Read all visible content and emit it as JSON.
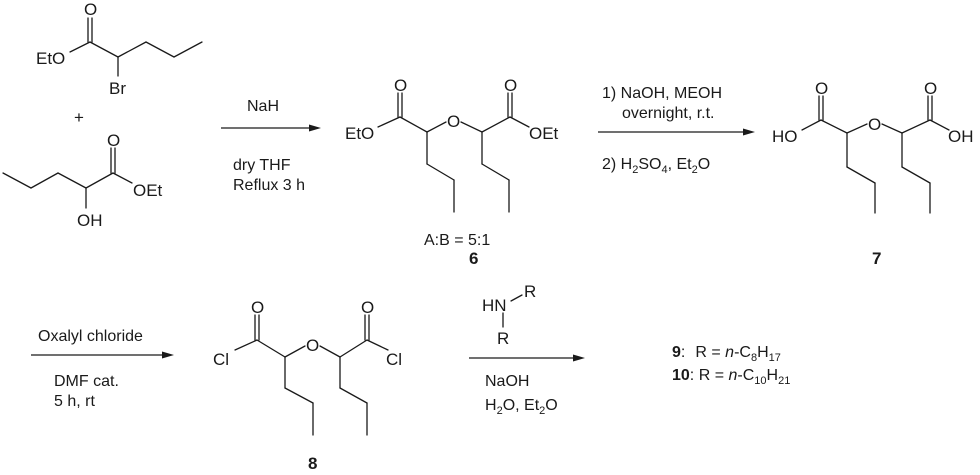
{
  "scheme": {
    "reactant_a": {
      "ester": "EtO",
      "oxygen": "O",
      "halogen": "Br"
    },
    "plus": "+",
    "reactant_b": {
      "ester": "OEt",
      "oxygen": "O",
      "hydroxyl": "OH"
    },
    "step1": {
      "reagent": "NaH",
      "solvent": "dry THF",
      "conditions": "Reflux 3 h"
    },
    "compound6": {
      "left_group": "EtO",
      "right_group": "OEt",
      "oxygen": "O",
      "ratio": "A:B = 5:1",
      "label": "6"
    },
    "step2": {
      "line1": "1) NaOH, MEOH",
      "line2": "overnight, r.t.",
      "line3_prefix": "2) H",
      "line3_sub1": "2",
      "line3_mid": "SO",
      "line3_sub2": "4",
      "line3_mid2": ", Et",
      "line3_sub3": "2",
      "line3_end": "O"
    },
    "compound7": {
      "left_group": "HO",
      "right_group": "OH",
      "oxygen": "O",
      "label": "7"
    },
    "step3": {
      "reagent": "Oxalyl chloride",
      "catalyst": "DMF cat.",
      "conditions": "5 h, rt"
    },
    "compound8": {
      "left_group": "Cl",
      "right_group": "Cl",
      "oxygen": "O",
      "label": "8"
    },
    "step4": {
      "amine_hn": "HN",
      "amine_r1": "R",
      "amine_r2": "R",
      "base": "NaOH",
      "solvent_h": "H",
      "solvent_sub1": "2",
      "solvent_mid": "O, Et",
      "solvent_sub2": "2",
      "solvent_end": "O"
    },
    "products": [
      {
        "label": "9",
        "sep": ":",
        "eq": "R = ",
        "prefix": "n",
        "formula_a": "-C",
        "sub_a": "8",
        "formula_b": "H",
        "sub_b": "17"
      },
      {
        "label": "10",
        "sep": ":",
        "eq": " R = ",
        "prefix": "n",
        "formula_a": "-C",
        "sub_a": "10",
        "formula_b": "H",
        "sub_b": "21"
      }
    ]
  }
}
